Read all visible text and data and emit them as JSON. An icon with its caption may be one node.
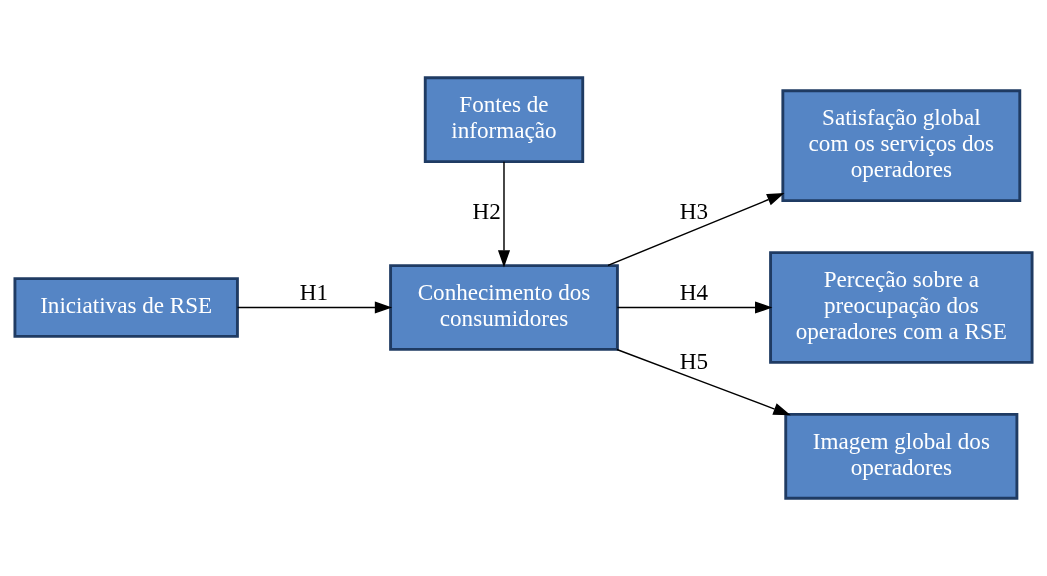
{
  "diagram": {
    "nodes": [
      {
        "text": [
          "Iniciativas de RSE"
        ]
      },
      {
        "text": [
          "Conhecimento dos consumidores"
        ]
      },
      {
        "text": [
          "Fontes de informação"
        ]
      },
      {
        "text": [
          "Satisfação global com os serviços dos operadores"
        ]
      },
      {
        "text": [
          "Perceção sobre a preocupação dos operadores com a RSE"
        ]
      },
      {
        "text": [
          "Imagem global dos operadores"
        ]
      }
    ],
    "edges": [
      {
        "from": 0,
        "to": 1,
        "arrow": "to",
        "label": "H1"
      },
      {
        "from": 2,
        "to": 1,
        "arrow": "to",
        "label": "H2"
      },
      {
        "from": 1,
        "to": 3,
        "arrow": "to",
        "label": "H3"
      },
      {
        "from": 1,
        "to": 4,
        "arrow": "to",
        "label": "H4"
      },
      {
        "from": 1,
        "to": 5,
        "arrow": "to",
        "label": "H5"
      }
    ]
  }
}
